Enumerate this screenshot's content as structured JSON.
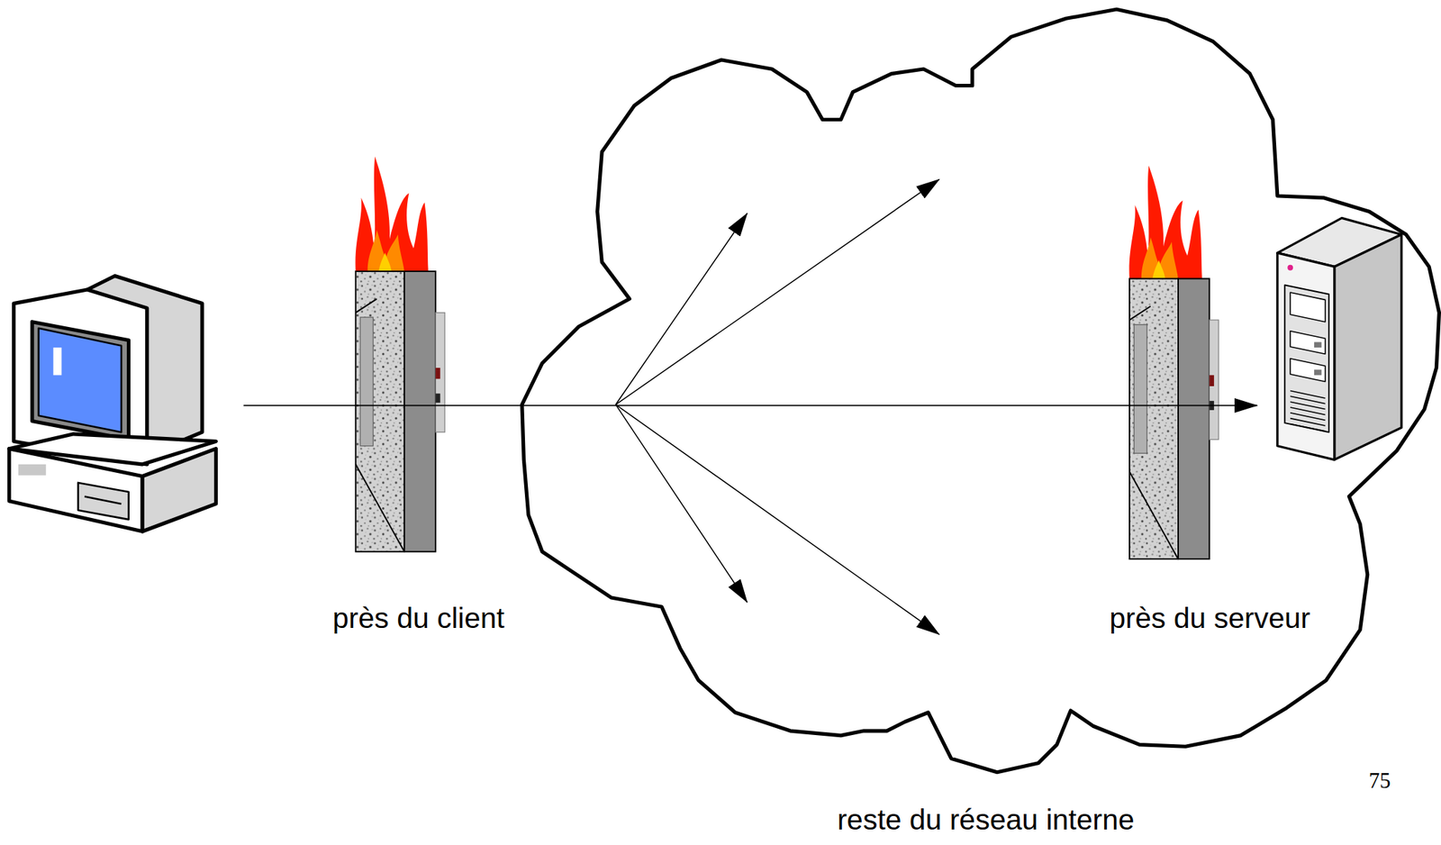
{
  "diagram": {
    "labels": [
      "près du client",
      "près du serveur",
      "reste du réseau interne",
      "75"
    ]
  }
}
